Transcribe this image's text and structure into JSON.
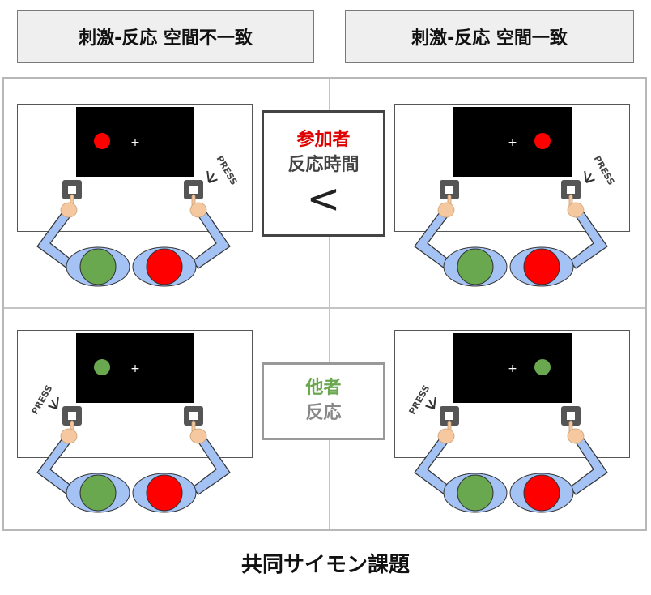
{
  "headers": {
    "incongruent": "刺激-反応 空間不一致",
    "congruent": "刺激-反応 空間一致"
  },
  "labels": {
    "participant_title": "参加者",
    "participant_subtitle": "反応時間",
    "comparison_symbol": "<",
    "other_title": "他者",
    "other_subtitle": "反応"
  },
  "press_text": "PRESS",
  "fixation": "+",
  "footer_title": "共同サイモン課題",
  "colors": {
    "participant": "#ff0000",
    "participant_label": "#e00000",
    "other": "#6aa84f",
    "other_label": "#6aa84f",
    "arm": "#a4c2f4",
    "skin": "#f6c89f",
    "button": "#555555",
    "frame_dark": "#444444",
    "frame_light": "#999999",
    "muted_text": "#888888"
  }
}
